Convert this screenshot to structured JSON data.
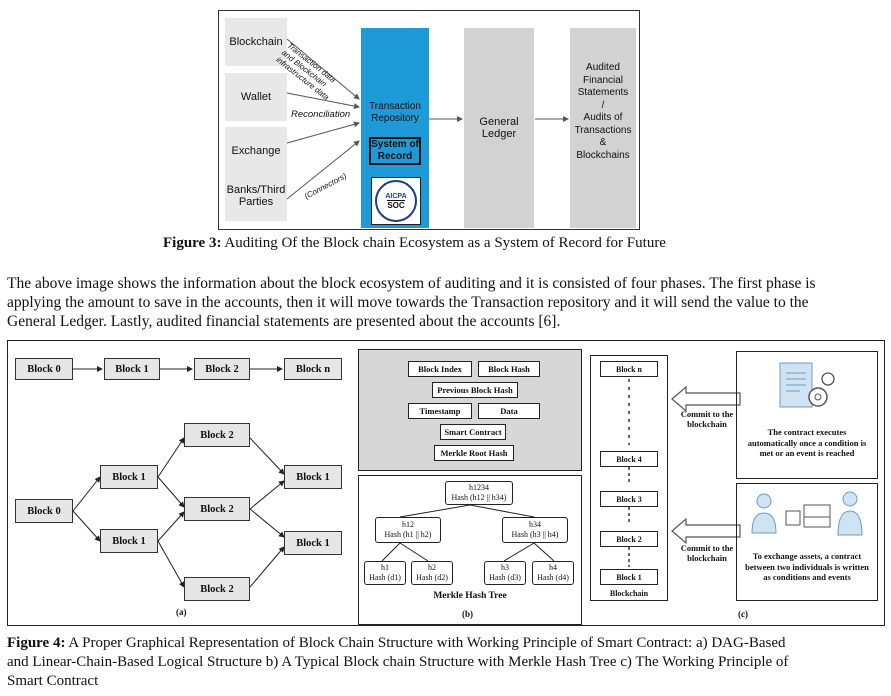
{
  "figure3": {
    "sources": [
      "Blockchain",
      "Wallet",
      "Exchange",
      "Banks/Third Parties"
    ],
    "arrow_label_top": "Transaction data and Blockchain infrastructure data",
    "arrow_label_reconciliation": "Reconciliation",
    "arrow_label_connectors": "(Connectors)",
    "repository_title": "Transaction Repository",
    "system_of_record": "System of Record",
    "badge_top": "AICPA",
    "badge_bottom": "SOC",
    "ledger": "General Ledger",
    "audit_lines": [
      "Audited",
      "Financial",
      "Statements",
      "/",
      "Audits of",
      "Transactions",
      "&",
      "Blockchains"
    ],
    "caption_label": "Figure 3:",
    "caption_text": " Auditing Of the Block chain Ecosystem as a System of Record for Future"
  },
  "paragraph_lines": [
    "The above image shows the information about the block ecosystem of auditing and it is consisted of four phases. The first phase is",
    "applying the amount to save in the accounts, then it will move towards the Transaction repository and it will send the value to the",
    "General Ledger. Lastly, audited financial statements are presented about the accounts [6]."
  ],
  "figure4": {
    "panel_a": {
      "chain": [
        "Block 0",
        "Block 1",
        "Block 2",
        "Block n"
      ],
      "dag_left": "Block 0",
      "dag_col1": [
        "Block 1",
        "Block 1"
      ],
      "dag_col2": [
        "Block 2",
        "Block 2",
        "Block 2"
      ],
      "dag_col3": [
        "Block 1",
        "Block 1"
      ],
      "label": "(a)"
    },
    "panel_b": {
      "block_index": "Block Index",
      "block_hash": "Block Hash",
      "prev_hash": "Previous Block Hash",
      "timestamp": "Timestamp",
      "data": "Data",
      "smart_contract": "Smart Contract",
      "merkle_root": "Merkle Root Hash",
      "root_node": [
        "h1234",
        "Hash (h12 || h34)"
      ],
      "mid_left": [
        "h12",
        "Hash (h1 || h2)"
      ],
      "mid_right": [
        "h34",
        "Hash (h3 || h4)"
      ],
      "leaves": [
        [
          "h1",
          "Hash (d1)"
        ],
        [
          "h2",
          "Hash (d2)"
        ],
        [
          "h3",
          "Hash (d3)"
        ],
        [
          "h4",
          "Hash (d4)"
        ]
      ],
      "tree_title": "Merkle Hash Tree",
      "label": "(b)"
    },
    "panel_c": {
      "blocks": [
        "Block n",
        "Block 4",
        "Block 3",
        "Block 2",
        "Block 1"
      ],
      "chain_label": "Blockchain",
      "commit_label": "Commit to the blockchain",
      "top_text": "The contract executes automatically once a condition is met or an event is reached",
      "bottom_text": "To exchange assets, a contract between two individuals is written as conditions and events",
      "label": "(c)"
    },
    "caption_label": "Figure 4:",
    "caption_lines": [
      " A Proper Graphical Representation of Block Chain Structure with Working Principle of Smart Contract: a) DAG-Based",
      "and Linear-Chain-Based Logical Structure b) A Typical Block chain Structure with Merkle Hash Tree c) The Working Principle of",
      "Smart Contract"
    ]
  }
}
